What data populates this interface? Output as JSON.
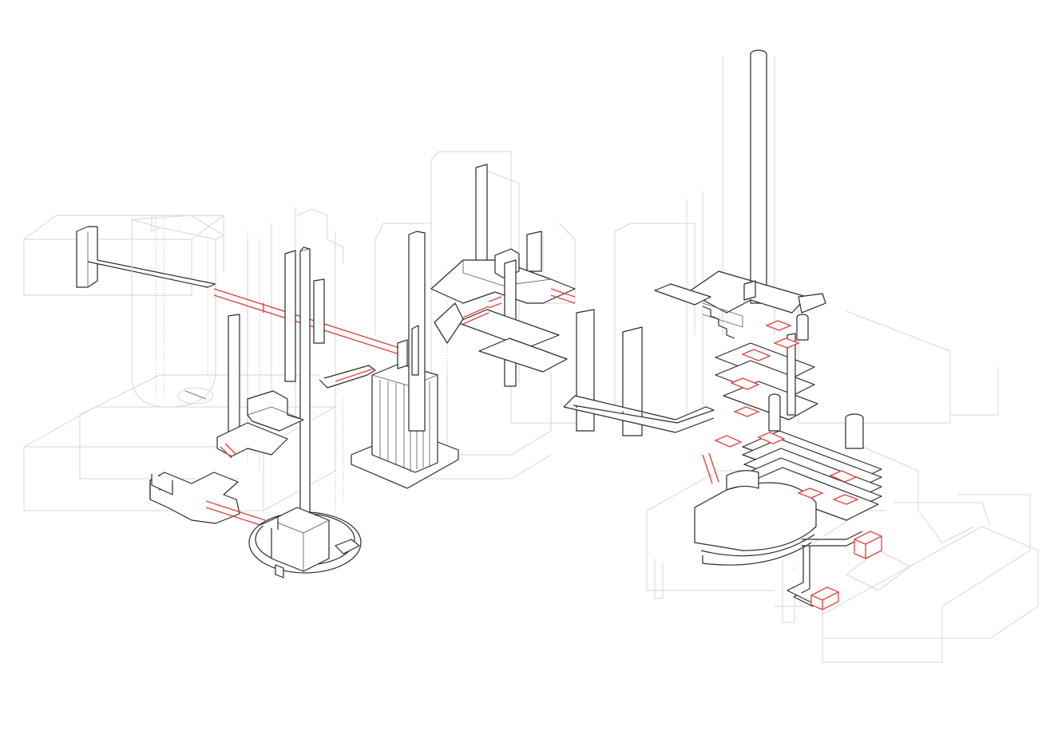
{
  "drawing": {
    "kind": "axonometric line drawing",
    "colors": {
      "background": "#ffffff",
      "primary_line": "#2a2a2a",
      "context_line": "#d6d6d6",
      "circulation_highlight": "#e0433f"
    },
    "clusters": [
      "tank-tower-cluster",
      "column-block-cluster",
      "bridge-frame-cluster",
      "stacked-ramp-cluster"
    ]
  }
}
